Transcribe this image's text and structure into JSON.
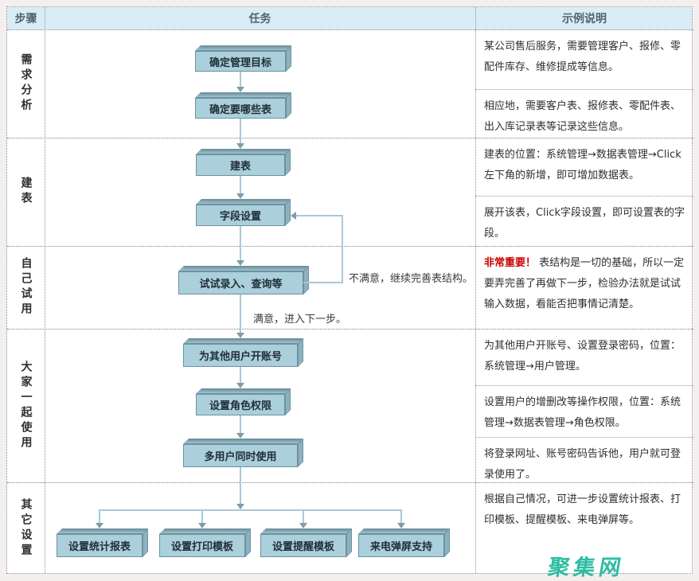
{
  "header": {
    "col_steps": "步骤",
    "col_tasks": "任务",
    "col_examples": "示例说明"
  },
  "steps": [
    {
      "label": "需求分析"
    },
    {
      "label": "建表"
    },
    {
      "label": "自己试用"
    },
    {
      "label": "大家一起使用"
    },
    {
      "label": "其它设置"
    }
  ],
  "flow": {
    "nodes": [
      {
        "label": "确定管理目标"
      },
      {
        "label": "确定要哪些表"
      },
      {
        "label": "建表"
      },
      {
        "label": "字段设置"
      },
      {
        "label": "试试录入、查询等"
      },
      {
        "label": "为其他用户开账号"
      },
      {
        "label": "设置角色权限"
      },
      {
        "label": "多用户同时使用"
      },
      {
        "label": "设置统计报表"
      },
      {
        "label": "设置打印模板"
      },
      {
        "label": "设置提醒模板"
      },
      {
        "label": "来电弹屏支持"
      }
    ],
    "loop_label": "不满意，继续完善表结构。",
    "proceed_label": "满意，进入下一步。"
  },
  "examples": [
    {
      "text": "某公司售后服务，需要管理客户、报修、零配件库存、维修提成等信息。"
    },
    {
      "text": "相应地，需要客户表、报修表、零配件表、出入库记录表等记录这些信息。"
    },
    {
      "text": "建表的位置：系统管理→数据表管理→Click左下角的新增，即可增加数据表。"
    },
    {
      "text": "展开该表，Click字段设置，即可设置表的字段。"
    },
    {
      "highlight": "非常重要！",
      "text": "表结构是一切的基础，所以一定要弄完善了再做下一步，检验办法就是试试输入数据，看能否把事情记清楚。"
    },
    {
      "text": "为其他用户开账号、设置登录密码，位置：系统管理→用户管理。"
    },
    {
      "text": "设置用户的增删改等操作权限，位置：系统管理→数据表管理→角色权限。"
    },
    {
      "text": "将登录网址、账号密码告诉他，用户就可登录使用了。"
    },
    {
      "text": "根据自己情况，可进一步设置统计报表、打印模板、提醒模板、来电弹屏等。"
    }
  ],
  "watermark": "聚集网",
  "colors": {
    "header_bg": "#d9edf7",
    "box_face": "#abcfdb",
    "box_border": "#6a92a2",
    "connector": "#a9c8d8",
    "arrowhead": "#7d9dab",
    "important_text": "#cc0000",
    "watermark": "#2cbda4",
    "page_bg": "#f3efee"
  }
}
